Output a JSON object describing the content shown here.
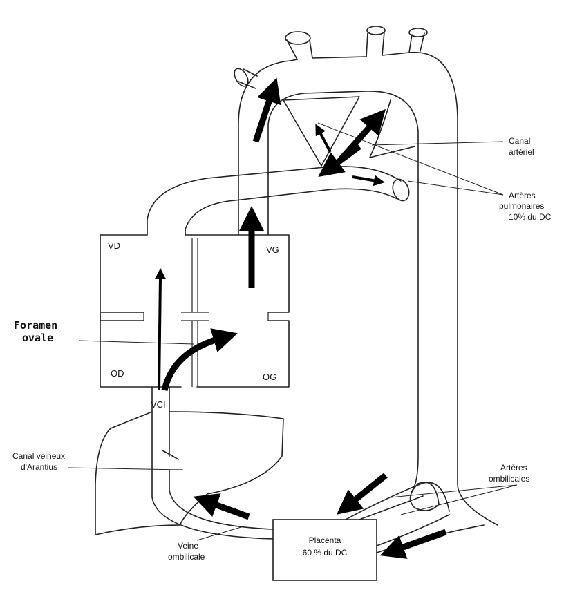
{
  "labels": {
    "canal_arteriel": [
      "Canal",
      "artériel"
    ],
    "arteres_pulmonaires": [
      "Artères",
      "pulmonaires",
      "10% du DC"
    ],
    "vd": "VD",
    "vg": "VG",
    "od": "OD",
    "og": "OG",
    "vci": "VCI",
    "foramen_ovale": [
      "Foramen",
      "ovale"
    ],
    "canal_veineux": [
      "Canal veineux",
      "d'Arantius"
    ],
    "arteres_ombilicales": [
      "Artères",
      "ombilicales"
    ],
    "veine_ombilicale": [
      "Veine",
      "ombilicale"
    ],
    "placenta": [
      "Placenta",
      "60 % du DC"
    ]
  },
  "colors": {
    "background": "#ffffff",
    "line": "#222222",
    "arrow": "#000000"
  }
}
